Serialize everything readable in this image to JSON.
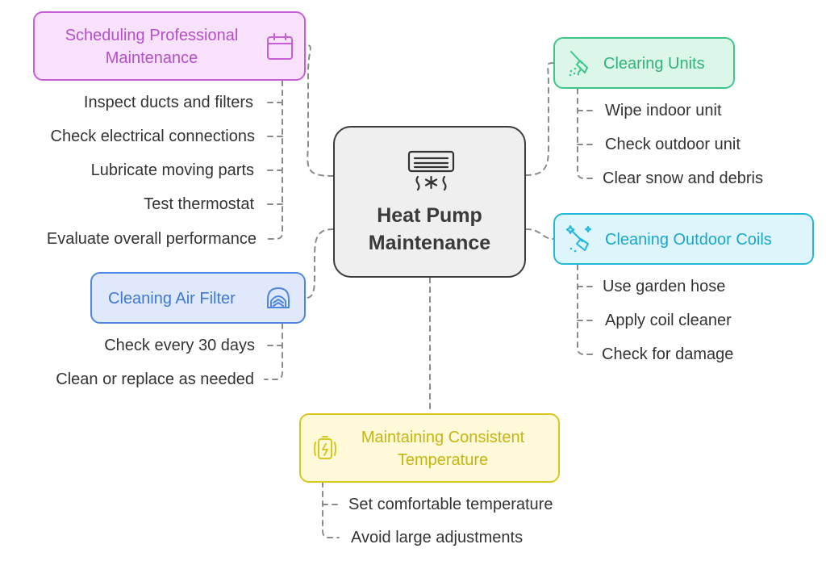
{
  "center": {
    "title_line1": "Heat Pump",
    "title_line2": "Maintenance",
    "icon": "air-conditioner-icon"
  },
  "colors": {
    "purple": "#c85fd8",
    "purple_bg": "#f7e1fb",
    "green": "#3ec68a",
    "green_bg": "#dcf7ea",
    "cyan": "#22b7dc",
    "cyan_bg": "#dff5fc",
    "blue": "#4e86e2",
    "blue_bg": "#dfe9fb",
    "yellow": "#d9c61e",
    "yellow_bg": "#fdf9d9",
    "connector": "#8a8a8a"
  },
  "topics": {
    "scheduling": {
      "label_line1": "Scheduling Professional",
      "label_line2": "Maintenance",
      "icon": "calendar-icon",
      "items": [
        "Inspect ducts and filters",
        "Check electrical connections",
        "Lubricate moving parts",
        "Test thermostat",
        "Evaluate overall performance"
      ]
    },
    "clearing_units": {
      "label": "Clearing Units",
      "icon": "broom-icon",
      "items": [
        "Wipe indoor unit",
        "Check outdoor unit",
        "Clear snow and debris"
      ]
    },
    "cleaning_coils": {
      "label": "Cleaning Outdoor Coils",
      "icon": "sparkle-broom-icon",
      "items": [
        "Use garden hose",
        "Apply coil cleaner",
        "Check for damage"
      ]
    },
    "air_filter": {
      "label": "Cleaning Air Filter",
      "icon": "mask-icon",
      "items": [
        "Check every 30 days",
        "Clean or replace as needed"
      ]
    },
    "temperature": {
      "label_line1": "Maintaining Consistent",
      "label_line2": "Temperature",
      "icon": "thermostat-battery-icon",
      "items": [
        "Set comfortable temperature",
        "Avoid large adjustments"
      ]
    }
  }
}
